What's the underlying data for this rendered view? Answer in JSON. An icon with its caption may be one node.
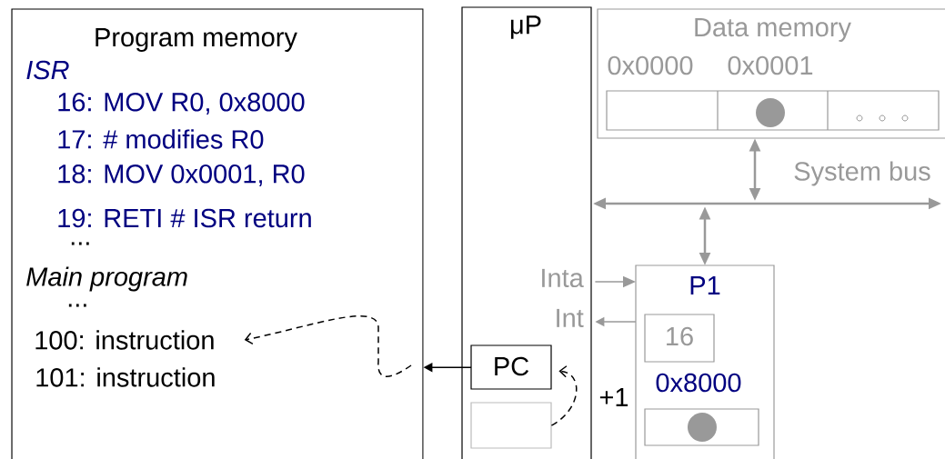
{
  "diagram": {
    "nodes": [
      {
        "text": [
          "Program memory",
          "ISR",
          "16: MOV R0, 0x8000",
          "17: # modifies R0",
          "18: MOV 0x0001, R0",
          "19: RETI # ISR return",
          "...",
          "Main program",
          "..."
        ]
      },
      {
        "text": [
          "100: instruction"
        ],
        "in": 0
      },
      {
        "text": [
          "μP"
        ]
      },
      {
        "text": [
          "PC"
        ],
        "in": 2
      },
      {
        "text": [],
        "shape": "box",
        "in": 2
      },
      {
        "text": [
          "Data memory"
        ]
      },
      {
        "text": [],
        "shape": "bar",
        "beside": [
          "System bus"
        ]
      },
      {
        "text": [
          "P1"
        ]
      },
      {
        "text": [
          "16"
        ],
        "in": 7
      },
      {
        "text": [],
        "shape": "box",
        "in": 7
      }
    ],
    "edges": [
      {
        "from": 3,
        "to": 0,
        "arrow": "to",
        "color": "#000000"
      },
      {
        "from": null,
        "to": 1,
        "arrow": "to",
        "style": "dashed",
        "color": "#000000"
      },
      {
        "from": 4,
        "to": 3,
        "arrow": "to",
        "style": "dashed",
        "color": "#000000",
        "label": "+1"
      },
      {
        "from": 5,
        "to": 6,
        "arrow": "both"
      },
      {
        "from": 6,
        "to": 7,
        "arrow": "both"
      },
      {
        "from": 2,
        "to": 7,
        "arrow": "to",
        "label": "Inta"
      },
      {
        "from": 7,
        "to": 2,
        "arrow": "to",
        "label": "Int"
      }
    ],
    "labels": [
      "0x0000",
      "0x0001",
      "101: instruction",
      "0x8000"
    ]
  }
}
